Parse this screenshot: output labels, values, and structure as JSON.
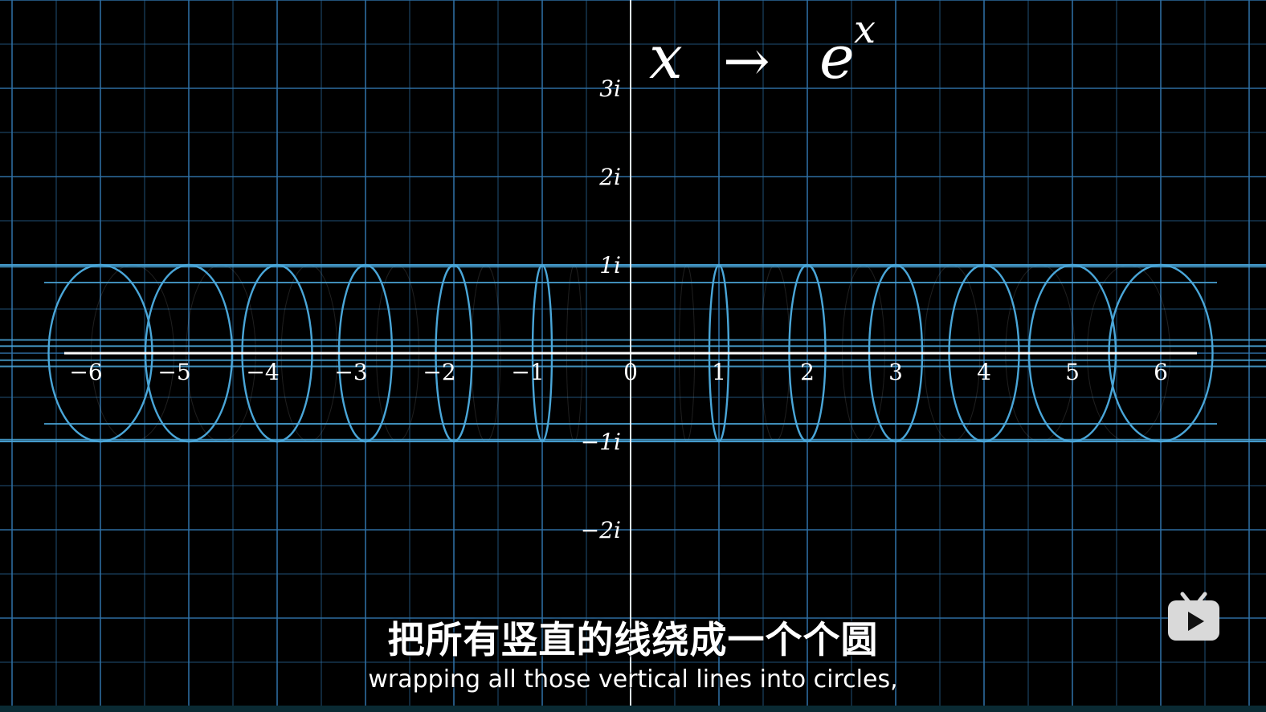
{
  "title": {
    "lhs": "x",
    "arrow": "→",
    "base": "e",
    "exponent": "x"
  },
  "axis": {
    "real_ticks": [
      -6,
      -5,
      -4,
      -3,
      -2,
      -1,
      0,
      1,
      2,
      3,
      4,
      5,
      6
    ],
    "real_labels": [
      "−6",
      "−5",
      "−4",
      "−3",
      "−2",
      "−1",
      "0",
      "1",
      "2",
      "3",
      "4",
      "5",
      "6"
    ],
    "imag_ticks": [
      3,
      2,
      1,
      -1,
      -2
    ],
    "imag_labels": [
      "3i",
      "2i",
      "1i",
      "−1i",
      "−2i"
    ]
  },
  "colors": {
    "background": "#000000",
    "grid": "#2f72a8",
    "circle": "#4aa6d8",
    "axis": "#ffffff"
  },
  "subtitles": {
    "zh": "把所有竖直的线绕成一个个圆",
    "en": "wrapping all those vertical lines into circles,"
  },
  "logo": {
    "icon": "bilibili-tv-icon"
  }
}
